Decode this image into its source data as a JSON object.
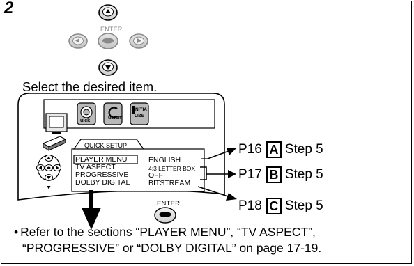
{
  "step": {
    "number": "2"
  },
  "remote": {
    "enter_label": "ENTER",
    "up_icon": "up-arrow-button-icon",
    "down_icon": "down-arrow-button-icon",
    "left_icon": "left-arrow-button-icon",
    "right_icon": "right-arrow-button-icon"
  },
  "instruction": "Select the desired item.",
  "screen": {
    "tab_label": "QUICK SETUP",
    "icons": [
      "quick-icon",
      "custom-icon",
      "initialize-icon"
    ],
    "icon_labels": {
      "quick": "uick",
      "custom": "ustom",
      "init_1": "NITIA",
      "init_2": "LIZE"
    },
    "rows": [
      {
        "item": "PLAYER MENU",
        "value": "ENGLISH"
      },
      {
        "item": "TV ASPECT",
        "value": "4:3 LETTER BOX"
      },
      {
        "item": "PROGRESSIVE",
        "value": "OFF"
      },
      {
        "item": "DOLBY DIGITAL",
        "value": "BITSTREAM"
      }
    ],
    "enter_label": "ENTER"
  },
  "references": [
    {
      "page": "P16",
      "box": "A",
      "step": "Step 5"
    },
    {
      "page": "P17",
      "box": "B",
      "step": "Step 5"
    },
    {
      "page": "P18",
      "box": "C",
      "step": "Step 5"
    }
  ],
  "note": {
    "bullet": "•",
    "line1": "Refer to the sections “PLAYER MENU”, “TV ASPECT”,",
    "line2": "“PROGRESSIVE” or “DOLBY DIGITAL” on page 17-19."
  }
}
